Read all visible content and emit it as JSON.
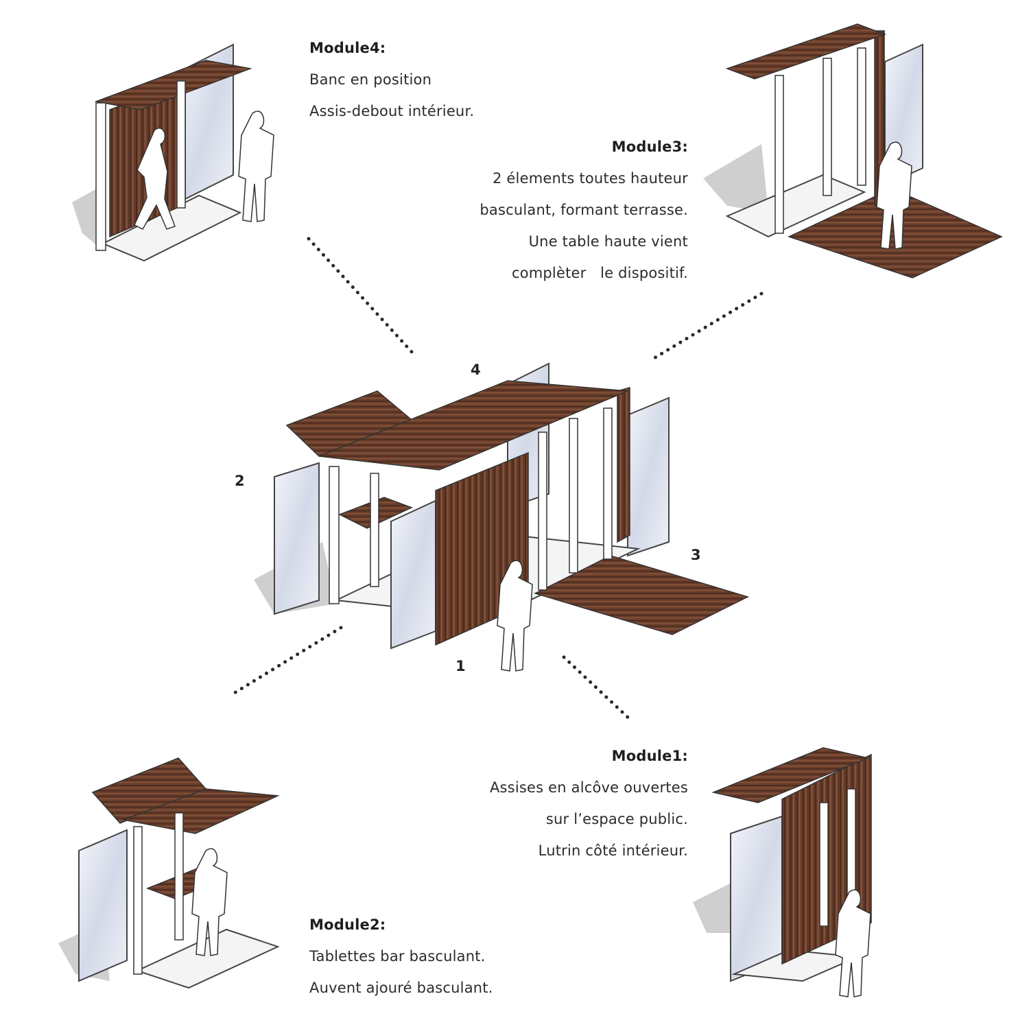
{
  "modules": [
    {
      "id": "module4",
      "title": "Module4:",
      "lines": [
        "Banc en position",
        "Assis-debout intérieur."
      ]
    },
    {
      "id": "module3",
      "title": "Module3:",
      "lines": [
        "2 élements toutes hauteur",
        "basculant, formant terrasse.",
        "Une table haute vient",
        "complèter   le dispositif."
      ]
    },
    {
      "id": "module1",
      "title": "Module1:",
      "lines": [
        "Assises en alcôve ouvertes",
        "sur l’espace public.",
        "Lutrin côté intérieur."
      ]
    },
    {
      "id": "module2",
      "title": "Module2:",
      "lines": [
        "Tablettes bar basculant.",
        "Auvent ajouré basculant."
      ]
    }
  ],
  "markers": {
    "m1": "1",
    "m2": "2",
    "m3": "3",
    "m4": "4"
  },
  "colors": {
    "wood": "#6b3f2c",
    "wood_dark": "#4a2a1d",
    "wood_light": "#8a5a3e",
    "frame": "#ffffff",
    "glass": "#dfe4ef",
    "shadow": "#cfcfcf",
    "dots": "#2a2a2a"
  }
}
